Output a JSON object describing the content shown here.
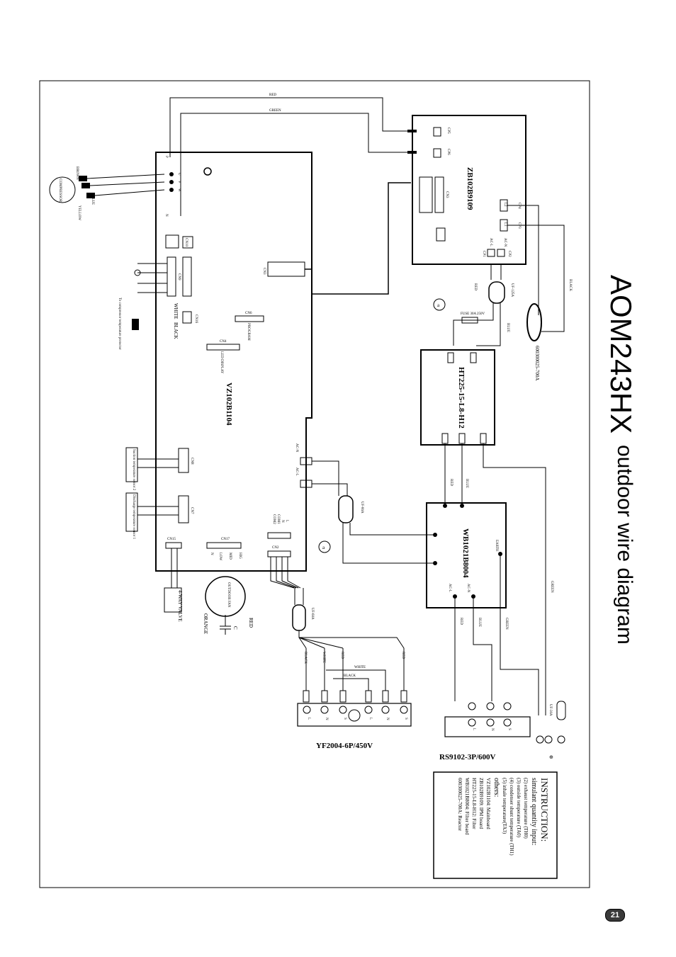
{
  "title": {
    "model": "AOM243HX",
    "subtitle": "outdoor wire diagram"
  },
  "page_number": "21",
  "boards": {
    "main": "VZ102B1104",
    "ipm": "ZB102B9109",
    "filter": "WB1021B8004",
    "pfc": "HT225-15-L8-H12",
    "reactor": "600300025-700A"
  },
  "terminals": {
    "power": "YF2004-6P/450V",
    "comm": "RS9102-3P/600V"
  },
  "components": {
    "compressor": "COMPRESSOR",
    "fan": "OUTDOOR FAN",
    "four_way": "4-WAY VALVE",
    "fuse": "FUSE 30A 250V",
    "ferrite1": "UF-80A",
    "ferrite2": "UF-60A",
    "ferrite3": "UF-125A",
    "ferrite4": "UF-30A"
  },
  "wire_colors": {
    "red": "RED",
    "green": "GREEN",
    "black": "BLACK",
    "white": "WHITE",
    "blue": "BLUE",
    "orange": "ORANGE",
    "earth": "EARTH"
  },
  "connectors": {
    "cn1": "CN1",
    "cn2": "CN2",
    "cn3": "CN3",
    "cn4": "CN4",
    "cn6": "CN6",
    "cn7": "CN7",
    "cn8": "CN8",
    "cn9": "CN9",
    "cn10": "CN10",
    "cn15": "CN15",
    "cn16": "CN16",
    "cn17": "CN17",
    "cp1": "CP1",
    "cp2": "CP2",
    "cp3": "CP3",
    "cp4": "CP4",
    "cp5": "CP5",
    "cp6": "CP6"
  },
  "pins": {
    "p": "P",
    "n": "N",
    "u": "U",
    "v": "V",
    "w": "W",
    "acn": "AC-N",
    "acl": "AC-L",
    "l1": "L1",
    "l2": "L2"
  },
  "fan_pins": {
    "high": "HIG",
    "mid": "MID",
    "low": "LOW",
    "n": "N"
  },
  "cn2_pins": {
    "l": "L",
    "n": "N",
    "com1": "COM1",
    "com2": "COM2"
  },
  "terminal_labels": {
    "power": [
      "L",
      "N",
      "S",
      "L",
      "N",
      "S"
    ],
    "comm": [
      "L",
      "N",
      "S"
    ]
  },
  "misc": {
    "marker_a": "a",
    "ground_symbol": "⊕",
    "c_label": "C",
    "sensor_suction": "Suction temperature sensor 2",
    "sensor_discharge": "Discharge temperature sensor 1",
    "compressor_protector": "To compressor temperature protector",
    "led_display": "LED DISPLAY",
    "program": "PROGRAM"
  },
  "instruction": {
    "heading": "INSTRUCTION:",
    "line1": "simulant quantity input:",
    "items": [
      "(2) exhaust temperature (TH0)",
      "(3) outside temperature (TA0)",
      "(4) condenser shunt temperature (TH1)",
      "(5) inhale temperature(TA3)"
    ],
    "others": "others:",
    "legend": [
      "VZ102B1104: Mainboard",
      "ZB102B9109: IPM board",
      "HT225-15-L8-H12: Filter",
      "WB1021B8004: Filter board",
      "600300025-700A: Reactor"
    ]
  }
}
